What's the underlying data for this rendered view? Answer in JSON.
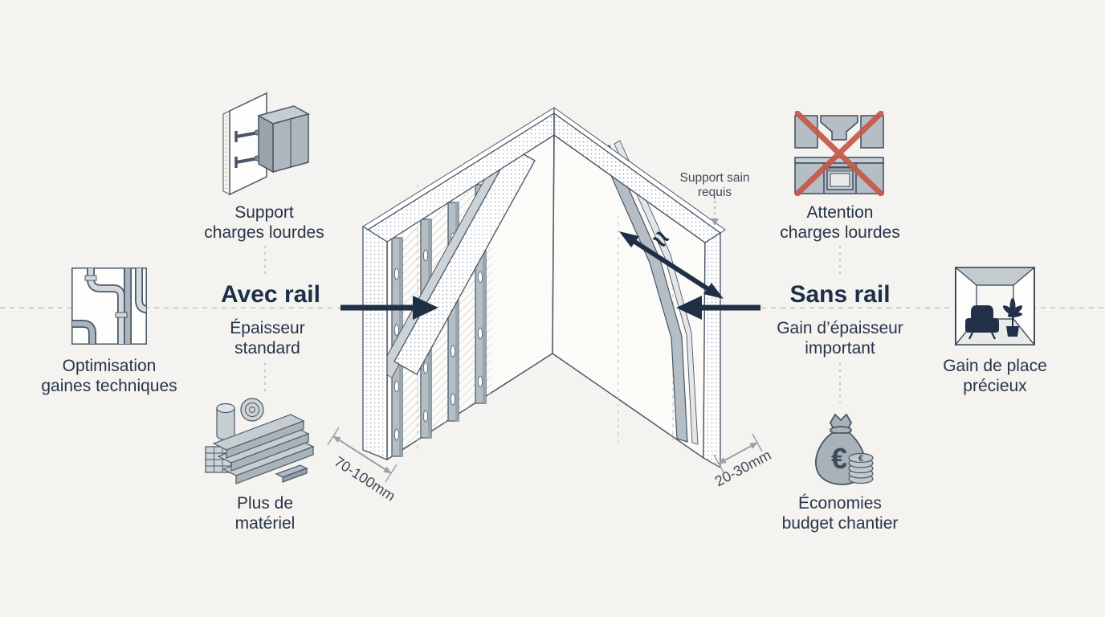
{
  "colors": {
    "background": "#f4f3f0",
    "ink": "#1f3044",
    "icon_gray": "#b5bec4",
    "icon_gray_light": "#d3d9dc",
    "red_cross": "#c5584a",
    "dimension_gray": "#9aa2a8"
  },
  "left_side": {
    "top": {
      "icon": "wall-mount-icon",
      "line1": "Support",
      "line2": "charges lourdes"
    },
    "middle": {
      "icon": "pipes-icon",
      "line1": "Optimisation",
      "line2": "gaines techniques"
    },
    "title": "Avec rail",
    "subtitle1": "Épaisseur",
    "subtitle2": "standard",
    "bottom": {
      "icon": "materials-icon",
      "line1": "Plus de",
      "line2": "matériel"
    }
  },
  "right_side": {
    "top": {
      "icon": "kitchen-crossed-icon",
      "line1": "Attention",
      "line2": "charges lourdes"
    },
    "middle": {
      "icon": "room-icon",
      "line1": "Gain de place",
      "line2": "précieux"
    },
    "title": "Sans rail",
    "subtitle1": "Gain d’épaisseur",
    "subtitle2": "important",
    "bottom": {
      "icon": "savings-icon",
      "line1": "Économies",
      "line2": "budget chantier",
      "currency": "€"
    }
  },
  "diagram": {
    "support_note1": "Support sain",
    "support_note2": "requis",
    "dim_left": "70-100mm",
    "dim_right": "20-30mm",
    "approx": "≈"
  }
}
